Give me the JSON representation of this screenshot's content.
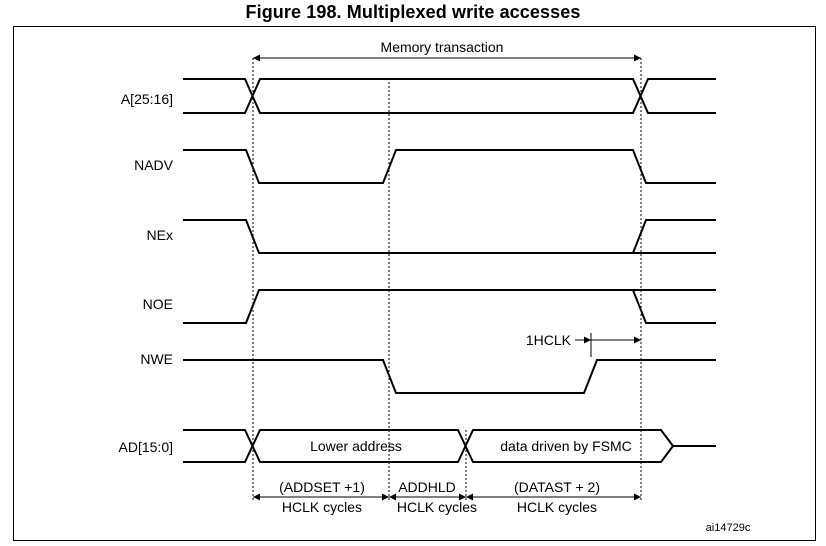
{
  "figure_title": "Figure 198. Multiplexed write accesses",
  "signals": {
    "addr_high": "A[25:16]",
    "nadv": "NADV",
    "nex": "NEx",
    "noe": "NOE",
    "nwe": "NWE",
    "ad": "AD[15:0]"
  },
  "annotations": {
    "memory_transaction": "Memory transaction",
    "one_hclk": "1HCLK",
    "lower_address": "Lower address",
    "data_driven": "data driven by FSMC"
  },
  "phases": {
    "addset_top": "(ADDSET +1)",
    "addset_bottom": "HCLK cycles",
    "addhld_top": "ADDHLD",
    "addhld_bottom": "HCLK cycles",
    "datast_top": "(DATAST + 2)",
    "datast_bottom": "HCLK cycles"
  },
  "figure_id": "ai14729c"
}
